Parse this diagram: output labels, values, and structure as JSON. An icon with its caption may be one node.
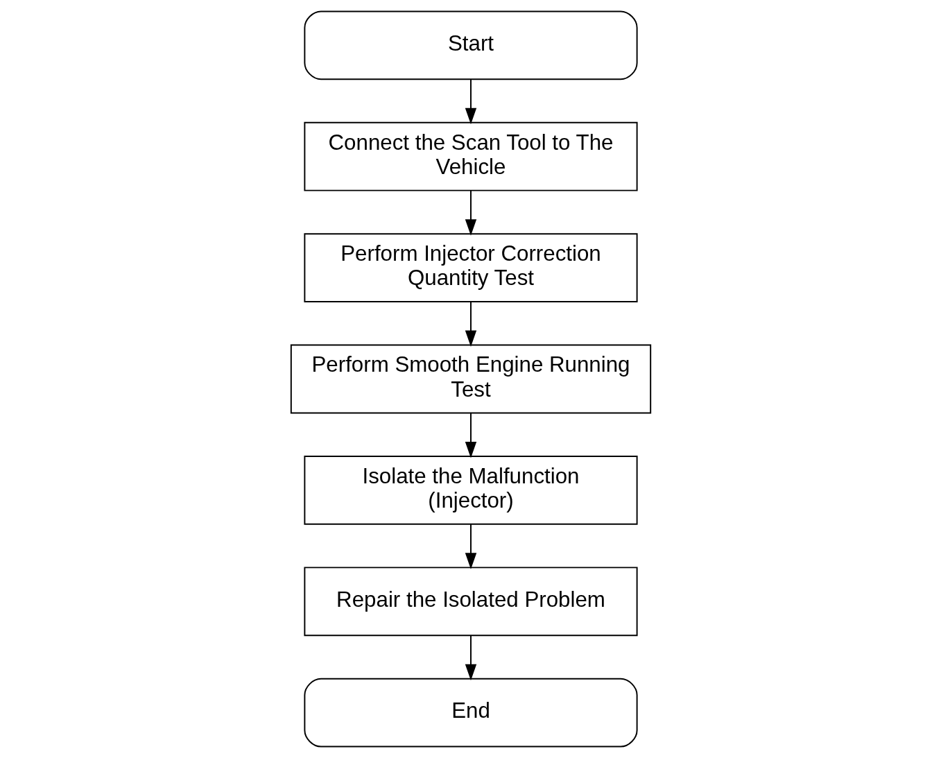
{
  "diagram": {
    "nodes": [
      {
        "text": [
          "Start"
        ]
      },
      {
        "text": [
          "Connect the Scan Tool to The Vehicle"
        ]
      },
      {
        "text": [
          "Perform Injector Correction Quantity Test"
        ]
      },
      {
        "text": [
          "Perform Smooth Engine Running Test"
        ]
      },
      {
        "text": [
          "Isolate the Malfunction (Injector)"
        ]
      },
      {
        "text": [
          "Repair the Isolated Problem"
        ]
      },
      {
        "text": [
          "End"
        ]
      }
    ],
    "edges": [
      {
        "from": 0,
        "to": 1,
        "arrow": "to"
      },
      {
        "from": 1,
        "to": 2,
        "arrow": "to"
      },
      {
        "from": 2,
        "to": 3,
        "arrow": "to"
      },
      {
        "from": 3,
        "to": 4,
        "arrow": "to"
      },
      {
        "from": 4,
        "to": 5,
        "arrow": "to"
      },
      {
        "from": 5,
        "to": 6,
        "arrow": "to"
      }
    ]
  }
}
